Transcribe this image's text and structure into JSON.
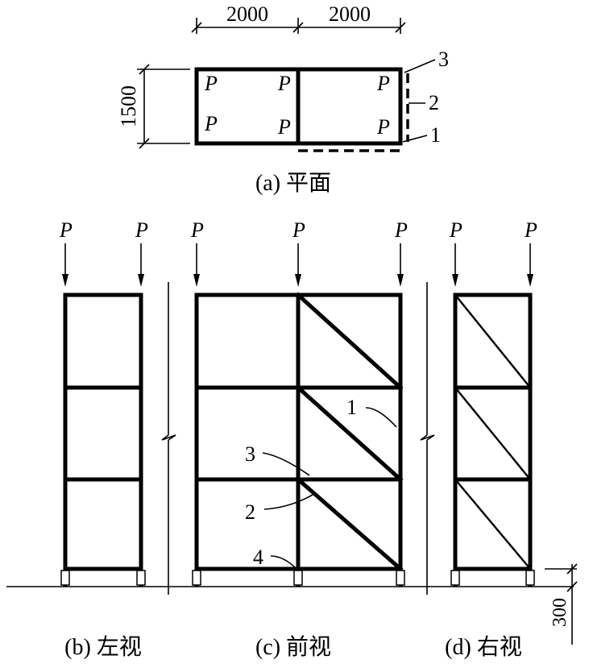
{
  "plan": {
    "caption": "(a) 平面",
    "dim_top_left": "2000",
    "dim_top_right": "2000",
    "dim_left": "1500",
    "load_label": "P",
    "callout_1": "1",
    "callout_2": "2",
    "callout_3": "3"
  },
  "left_view": {
    "caption": "(b) 左视",
    "load_label": "P"
  },
  "front_view": {
    "caption": "(c) 前视",
    "load_label": "P",
    "callout_1": "1",
    "callout_2": "2",
    "callout_3": "3",
    "callout_4": "4"
  },
  "right_view": {
    "caption": "(d) 右视",
    "load_label": "P",
    "dim_base": "300"
  }
}
